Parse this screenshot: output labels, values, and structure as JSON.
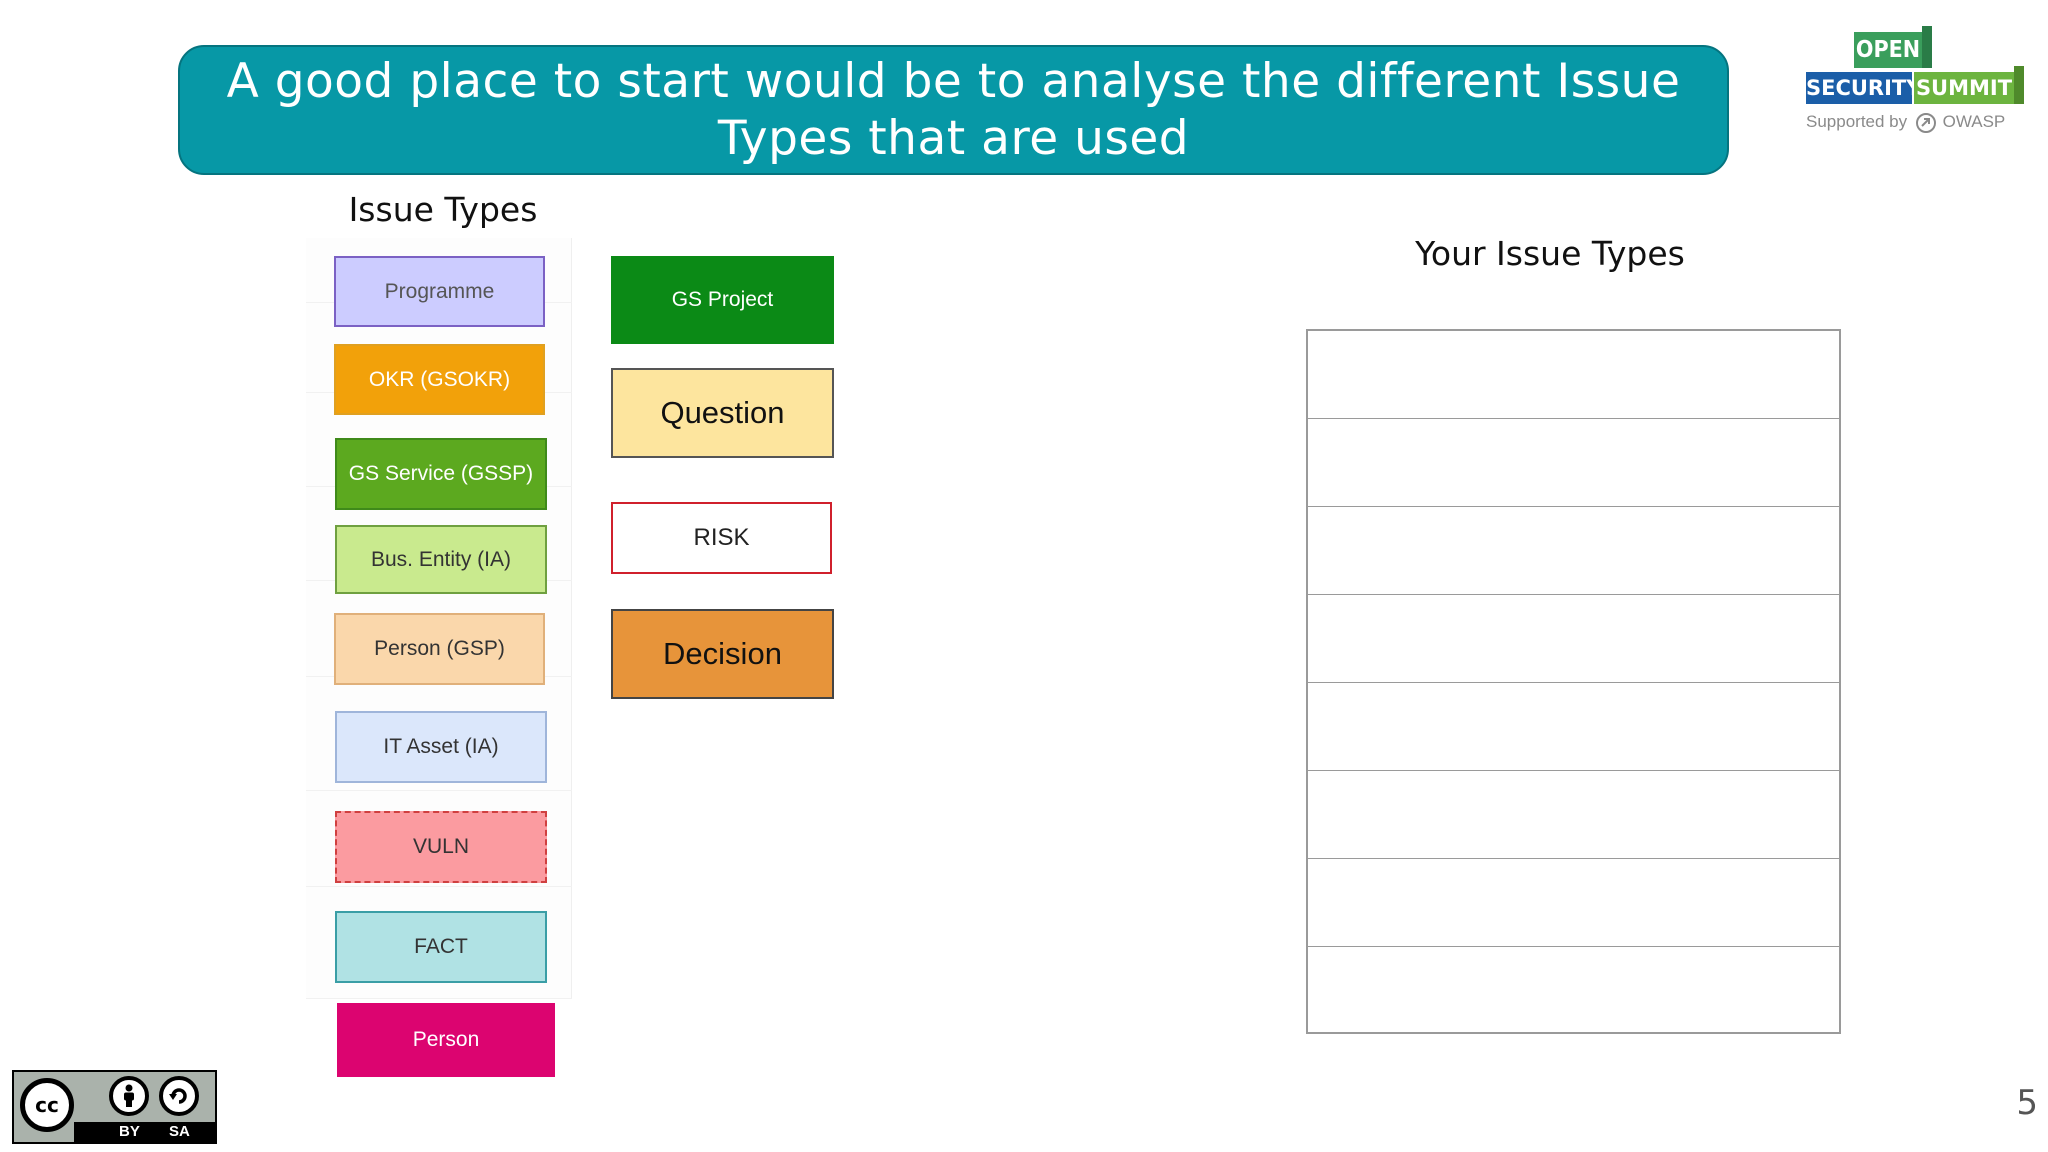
{
  "banner": {
    "title": "A good place to start would be to analyse the different Issue Types that are used"
  },
  "logo": {
    "open": "OPEN",
    "security": "SECURITY",
    "summit": "SUMMIT",
    "supported_by": "Supported by",
    "owasp": "OWASP"
  },
  "left_panel": {
    "heading": "Issue Types",
    "items": [
      {
        "label": "Programme",
        "fill": "#ccccff",
        "border": "#7b61c4",
        "text_color": "#555555"
      },
      {
        "label": "OKR (GSOKR)",
        "fill": "#f2a10a",
        "border": "#e0a020",
        "text_color": "#ffffff"
      },
      {
        "label": "GS Service (GSSP)",
        "fill": "#5ca91f",
        "border": "#3f8a1a",
        "text_color": "#ffffff"
      },
      {
        "label": "Bus. Entity (IA)",
        "fill": "#c9ea8e",
        "border": "#6fa040",
        "text_color": "#333333"
      },
      {
        "label": "Person (GSP)",
        "fill": "#fad7ab",
        "border": "#e0b07a",
        "text_color": "#333333"
      },
      {
        "label": "IT Asset (IA)",
        "fill": "#dbe7fb",
        "border": "#9fb5da",
        "text_color": "#333333"
      },
      {
        "label": "VULN",
        "fill": "#fb9ba0",
        "border": "#d04040",
        "text_color": "#333333"
      },
      {
        "label": "FACT",
        "fill": "#b0e2e4",
        "border": "#3a9ea6",
        "text_color": "#333333"
      },
      {
        "label": "Person",
        "fill": "#dc0470",
        "border": "#dc0470",
        "text_color": "#ffffff"
      }
    ]
  },
  "middle_items": [
    {
      "label": "GS Project",
      "fill": "#0b8a16",
      "border": "#0b8a16",
      "text_color": "#ffffff"
    },
    {
      "label": "Question",
      "fill": "#fde59e",
      "border": "#555555",
      "text_color": "#111111"
    },
    {
      "label": "RISK",
      "fill": "#ffffff",
      "border": "#d0202c",
      "text_color": "#222222"
    },
    {
      "label": "Decision",
      "fill": "#e7943a",
      "border": "#444444",
      "text_color": "#111111"
    }
  ],
  "right_panel": {
    "heading": "Your Issue Types",
    "rows": [
      "",
      "",
      "",
      "",
      "",
      "",
      "",
      ""
    ]
  },
  "license": {
    "by": "BY",
    "sa": "SA"
  },
  "page_number": "5"
}
